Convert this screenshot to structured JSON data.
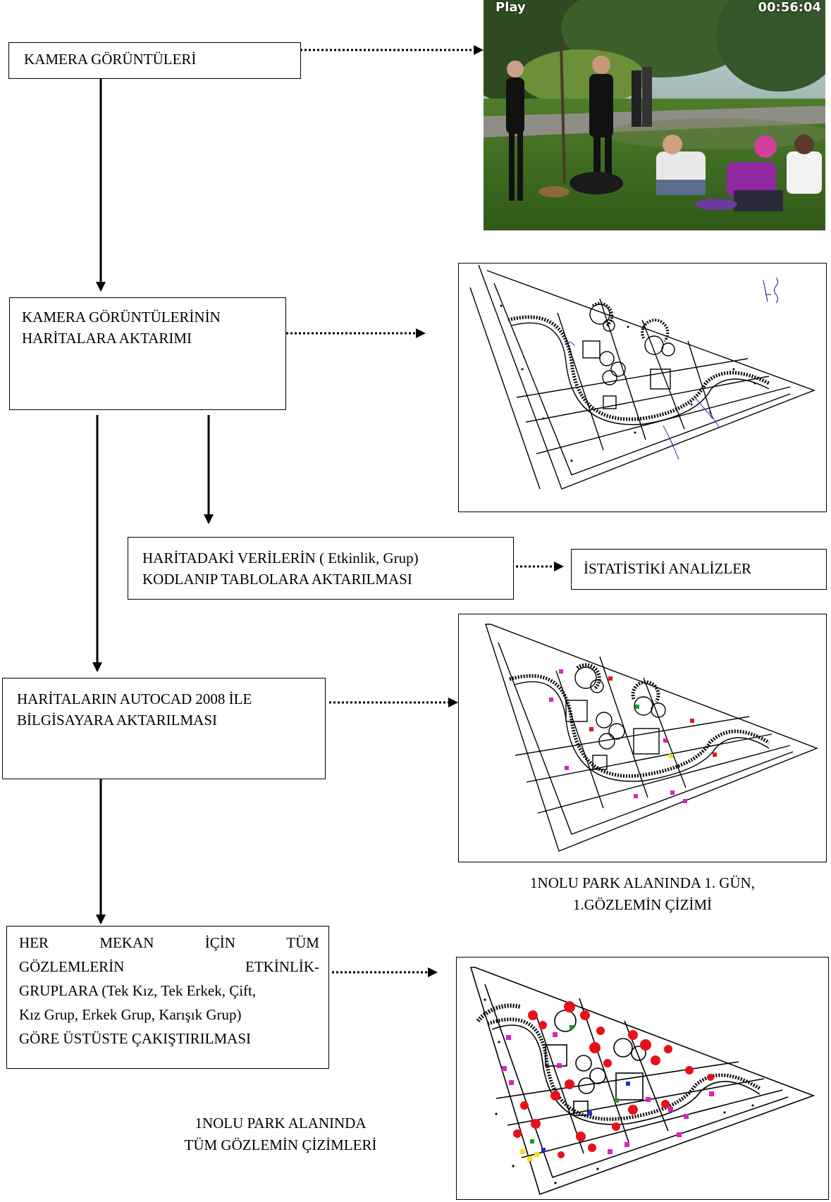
{
  "steps": {
    "camera": {
      "label": "KAMERA GÖRÜNTÜLERİ"
    },
    "transfer_maps": {
      "line1": "KAMERA GÖRÜNTÜLERİNİN",
      "line2": "HARİTALARA AKTARIMI"
    },
    "coding": {
      "line1": "HARİTADAKİ VERİLERİN ( Etkinlik, Grup)",
      "line2": "KODLANIP TABLOLARA AKTARILMASI"
    },
    "stats": {
      "label": "İSTATİSTİKİ ANALİZLER"
    },
    "autocad": {
      "line1": "HARİTALARIN AUTOCAD 2008 İLE",
      "line2": "BİLGİSAYARA AKTARILMASI"
    },
    "overlay": {
      "line1_words": [
        "HER",
        "MEKAN",
        "İÇİN",
        "TÜM"
      ],
      "line2_words": [
        "GÖZLEMLERİN",
        "ETKİNLİK-"
      ],
      "line3": "GRUPLARA (Tek Kız, Tek Erkek, Çift,",
      "line4": "Kız Grup, Erkek Grup, Karışık Grup)",
      "line5": "GÖRE ÜSTÜSTE ÇAKIŞTIRILMASI"
    }
  },
  "video": {
    "status": "Play",
    "timecode": "00:56:04"
  },
  "captions": {
    "first_observation": {
      "line1": "1NOLU PARK ALANINDA 1. GÜN,",
      "line2": "1.GÖZLEMİN ÇİZİMİ"
    },
    "all_observations": {
      "line1": "1NOLU PARK ALANINDA",
      "line2": "TÜM GÖZLEMİN ÇİZİMLERİ"
    }
  },
  "colors": {
    "line": "#000000",
    "marker_red": "#e8101a",
    "marker_magenta": "#e020c0",
    "marker_green": "#1a9a2a",
    "marker_blue": "#2030d0",
    "marker_yellow": "#f0e020",
    "handwriting": "#2a3aa0"
  }
}
